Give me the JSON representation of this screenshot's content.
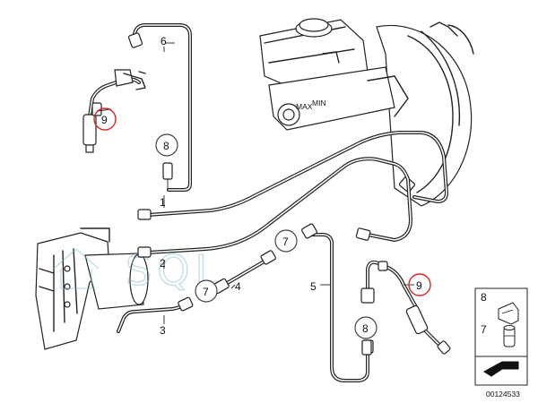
{
  "callouts": {
    "c1": "1",
    "c2": "2",
    "c3": "3",
    "c4": "4",
    "c5": "5",
    "c6": "6",
    "c7a": "7",
    "c7b": "7",
    "c8a": "8",
    "c8b": "8",
    "c9a": "9",
    "c9b": "9"
  },
  "legend": {
    "item_8": "8",
    "item_7": "7"
  },
  "diagram_id": "00124533",
  "watermark": "SQL",
  "reservoir_marks": [
    "MAX",
    "MIN"
  ],
  "colors": {
    "highlight": "#d62828",
    "watermark": "#7fb8cc"
  }
}
